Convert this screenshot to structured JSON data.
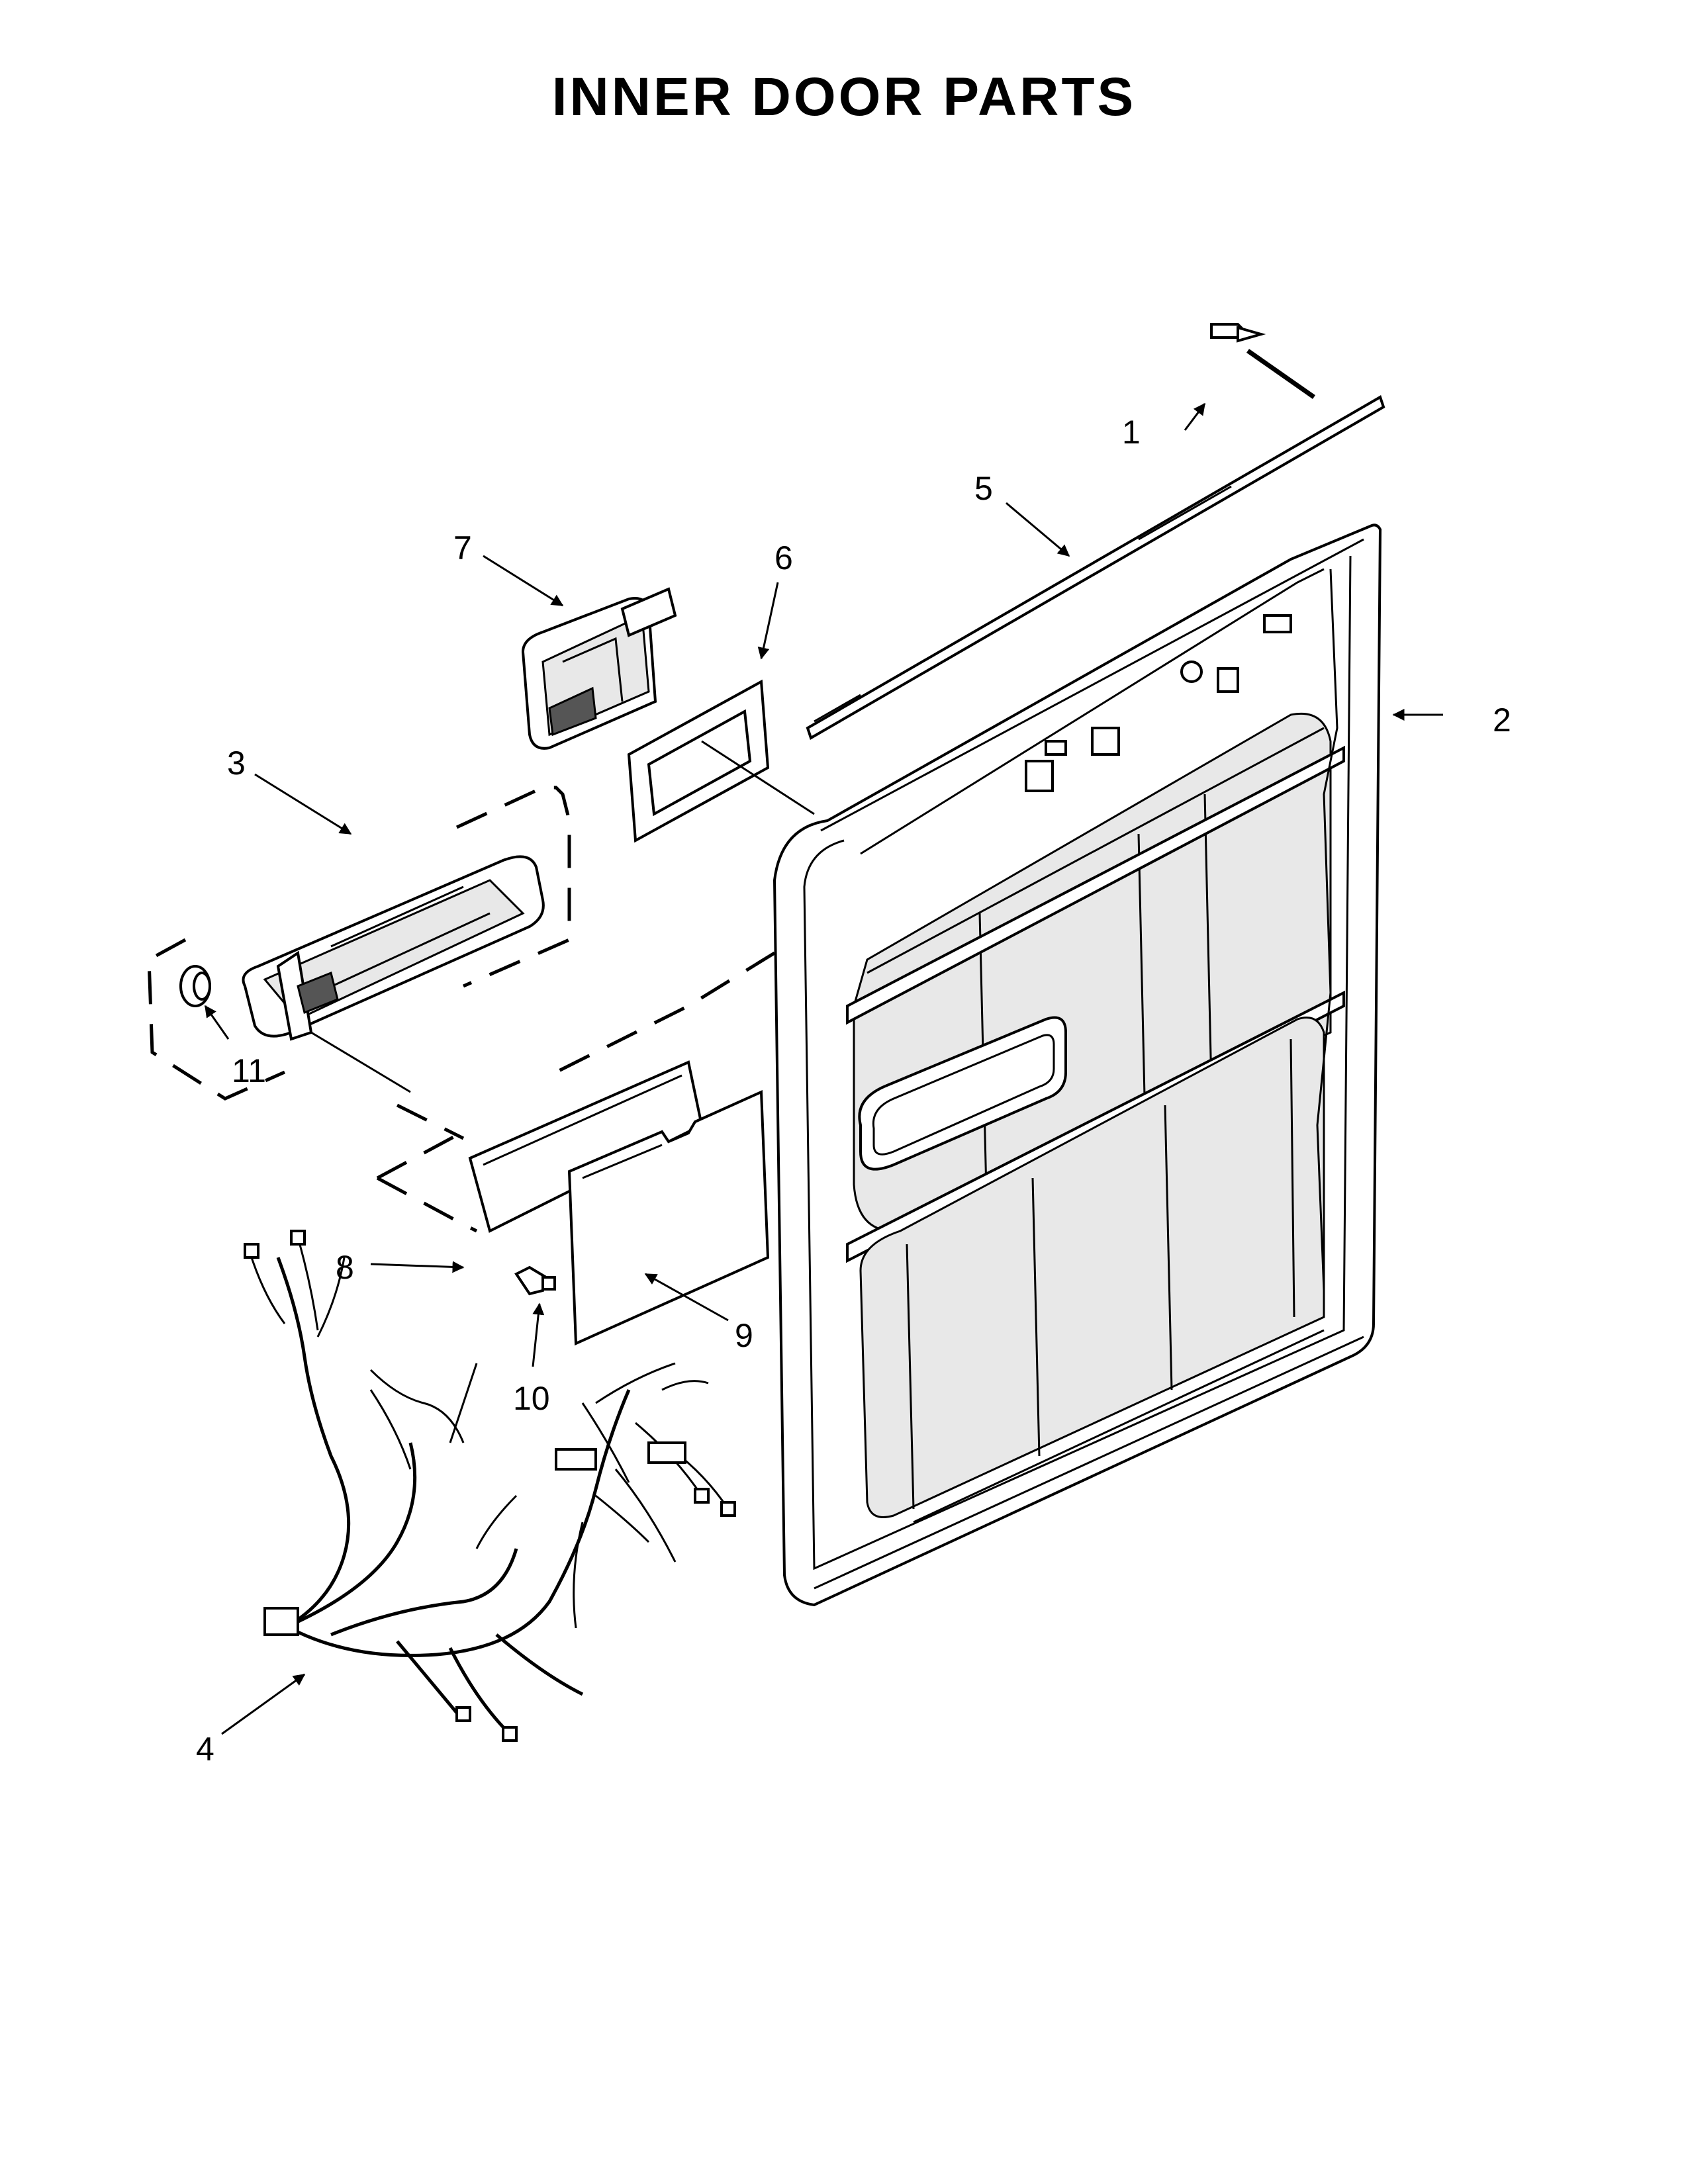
{
  "title": "INNER DOOR PARTS",
  "callouts": [
    "1",
    "2",
    "3",
    "4",
    "5",
    "6",
    "7",
    "8",
    "9",
    "10",
    "11"
  ]
}
